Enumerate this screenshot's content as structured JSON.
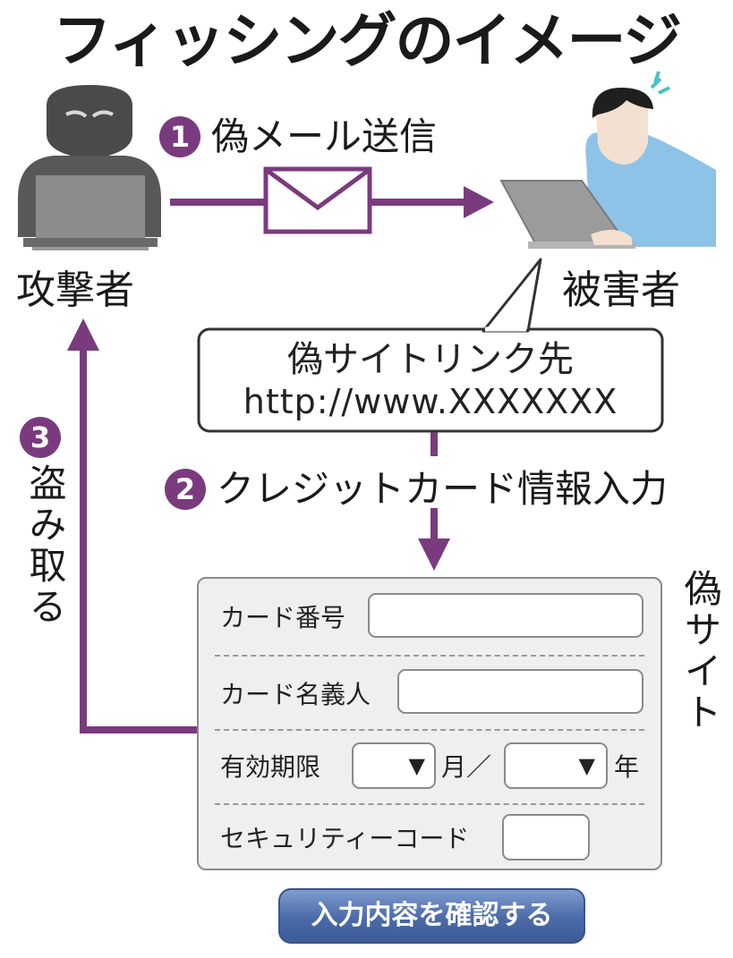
{
  "title": "フィッシングのイメージ",
  "steps": [
    {
      "num": "1",
      "text": "偽メール送信"
    },
    {
      "num": "2",
      "text": "クレジットカード情報入力"
    },
    {
      "num": "3",
      "text": "盗み取る"
    }
  ],
  "attacker_label": "攻撃者",
  "victim_label": "被害者",
  "bubble": {
    "title": "偽サイトリンク先",
    "url": "http://www.XXXXXXX"
  },
  "fake_site_label": "偽サイト",
  "form": {
    "card_number_label": "カード番号",
    "card_name_label": "カード名義人",
    "expiry_label": "有効期限",
    "month_suffix": "月／",
    "year_suffix": "年",
    "security_code_label": "セキュリティーコード",
    "dropdown_arrow": "▼"
  },
  "confirm_button": "入力内容を確認する",
  "colors": {
    "accent": "#7a3b7e",
    "button": "#4a6aa8",
    "victim_shirt": "#8ec3e8",
    "attacker": "#555555"
  }
}
